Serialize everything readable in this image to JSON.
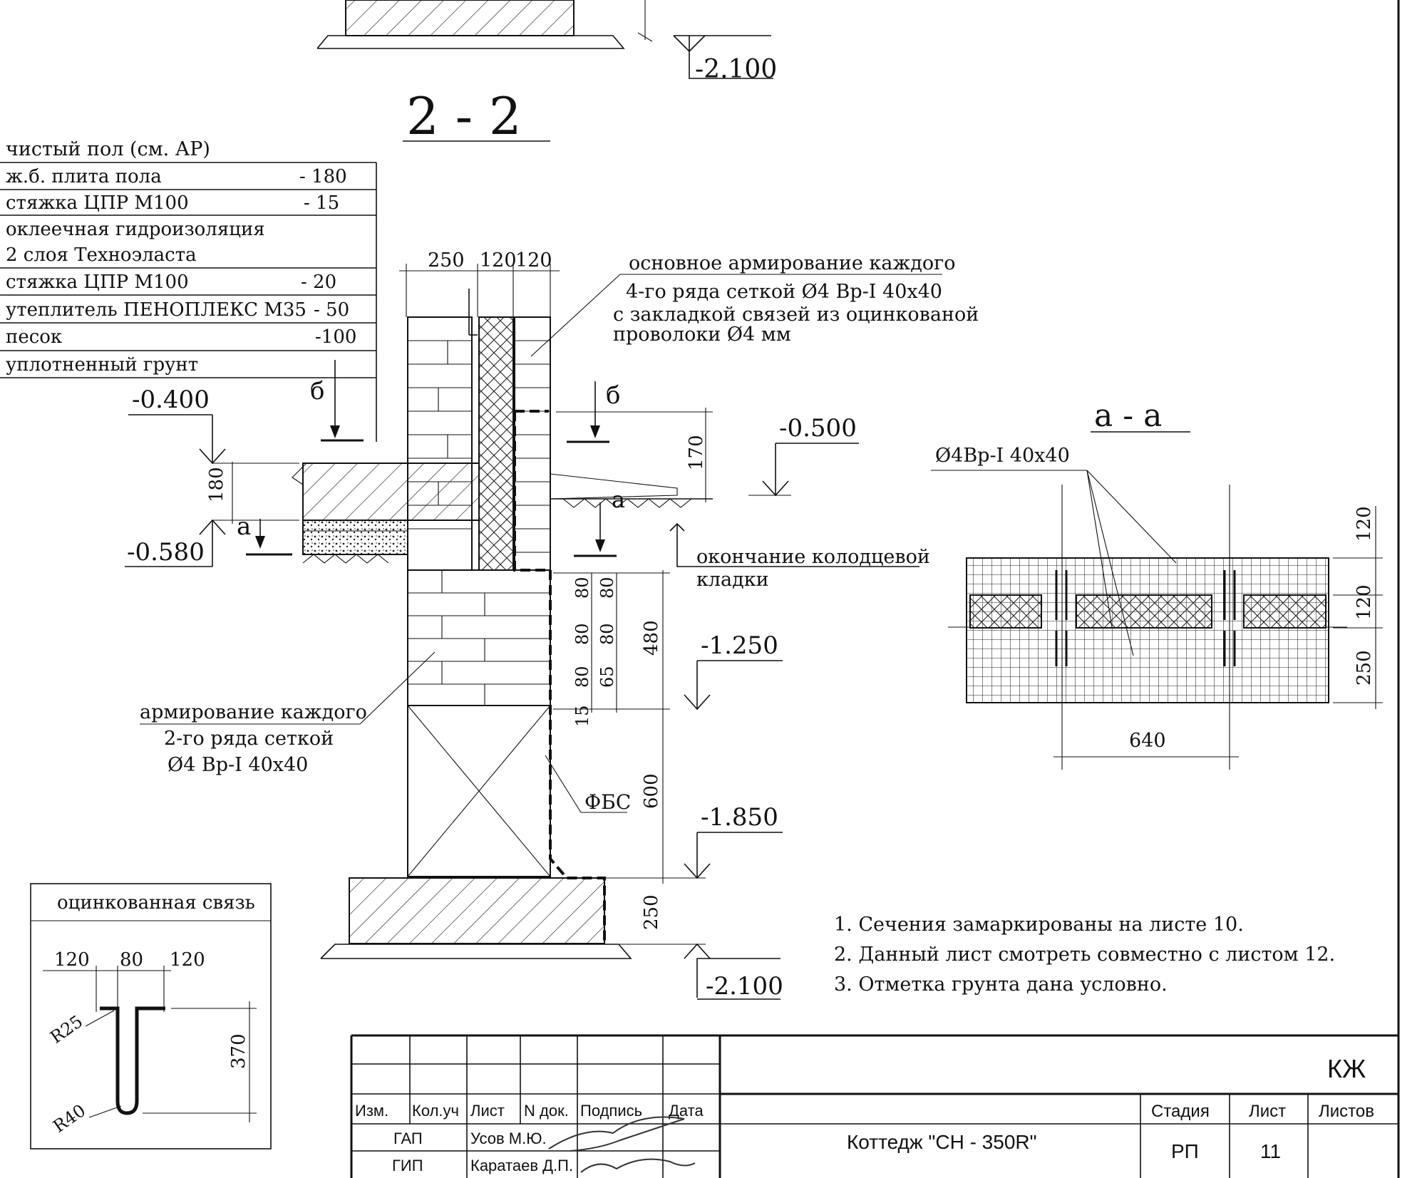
{
  "sections": {
    "section_2_2": {
      "title": "2 - 2"
    },
    "section_a_a": {
      "title": "а - а"
    }
  },
  "levels": {
    "top_base": "-2.100",
    "floor_top": "-0.400",
    "floor_bottom": "-0.580",
    "ground": "-0.500",
    "row_1250": "-1.250",
    "fbs_top": "-1.850",
    "footing_bottom": "-2.100"
  },
  "floor_layers": {
    "header": "чистый пол (см. АР)",
    "rows": [
      {
        "name": "ж.б. плита пола",
        "value": "- 180"
      },
      {
        "name": "стяжка ЦПР М100",
        "value": "- 15"
      },
      {
        "name": "оклеечная гидроизоляция",
        "value": ""
      },
      {
        "name": "2 слоя Техноэласта",
        "value": ""
      },
      {
        "name": "стяжка ЦПР М100",
        "value": "- 20"
      },
      {
        "name": "утеплитель ПЕНОПЛЕКС М35",
        "value": "- 50"
      },
      {
        "name": "песок",
        "value": "-100"
      },
      {
        "name": "уплотненный грунт",
        "value": ""
      }
    ]
  },
  "wall_dims": {
    "d1": "250",
    "d2": "120",
    "d3": "120"
  },
  "callouts": {
    "main_reinf": [
      "основное армирование каждого",
      "4-го ряда сеткой Ø4 Вр-I 40х40",
      "с закладкой связей из оцинкованой",
      "проволоки Ø4 мм"
    ],
    "end_masonry": [
      "окончание колодцевой",
      "кладки"
    ],
    "reinf_2nd": [
      "армирование каждого",
      "2-го ряда сеткой",
      "Ø4 Вр-I 40х40"
    ],
    "fbs": "ФБС"
  },
  "markers": {
    "b": "б",
    "a": "а"
  },
  "dims": {
    "d170": "170",
    "d180": "180",
    "d80": "80",
    "d65": "65",
    "d15": "15",
    "d480": "480",
    "d600": "600",
    "d250": "250"
  },
  "aa": {
    "mesh_label": "Ø4Вр-I 40х40",
    "d120a": "120",
    "d120b": "120",
    "d250": "250",
    "d640": "640"
  },
  "tie": {
    "title": "оцинкованная связь",
    "d120a": "120",
    "d80": "80",
    "d120b": "120",
    "d370": "370",
    "r25": "R25",
    "r40": "R40"
  },
  "notes": [
    "1. Сечения замаркированы на листе 10.",
    "2. Данный лист смотреть совместно с листом 12.",
    "3. Отметка грунта дана условно."
  ],
  "title_block": {
    "code": "КЖ",
    "project": "Коттедж \"СН - 350R\"",
    "col_izm": "Изм.",
    "col_kol": "Кол.уч",
    "col_list": "Лист",
    "col_ndok": "N док.",
    "col_podp": "Подпись",
    "col_data": "Дата",
    "role_gap": "ГАП",
    "name_gap": "Усов М.Ю.",
    "role_gip": "ГИП",
    "name_gip": "Каратаев Д.П.",
    "stage_label": "Стадия",
    "sheet_label": "Лист",
    "sheets_label": "Листов",
    "stage": "РП",
    "sheet": "11"
  }
}
